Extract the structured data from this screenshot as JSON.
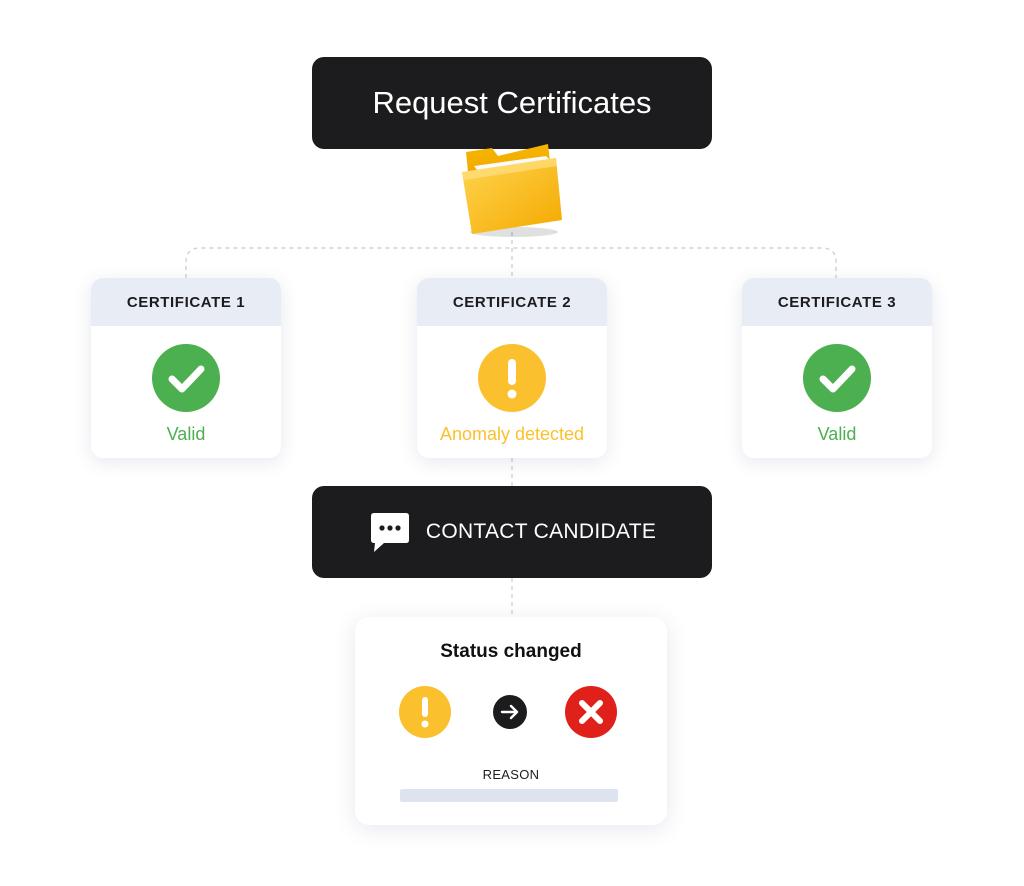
{
  "request": {
    "label": "Request Certificates",
    "icon": "folder-icon"
  },
  "certificates": [
    {
      "title": "CERTIFICATE 1",
      "status": "Valid",
      "state": "valid",
      "icon": "check-circle-icon"
    },
    {
      "title": "CERTIFICATE 2",
      "status": "Anomaly detected",
      "state": "anomaly",
      "icon": "exclamation-circle-icon"
    },
    {
      "title": "CERTIFICATE 3",
      "status": "Valid",
      "state": "valid",
      "icon": "check-circle-icon"
    }
  ],
  "contact": {
    "label": "CONTACT CANDIDATE",
    "icon": "chat-bubble-icon"
  },
  "status_card": {
    "title": "Status changed",
    "from_icon": "exclamation-circle-icon",
    "arrow_icon": "arrow-right-icon",
    "to_icon": "x-circle-icon",
    "reason_label": "REASON"
  },
  "colors": {
    "valid": "#4caf50",
    "anomaly": "#fbc02d",
    "invalid": "#e0201b",
    "dark": "#1c1c1e",
    "header_bg": "#e8edf5"
  }
}
